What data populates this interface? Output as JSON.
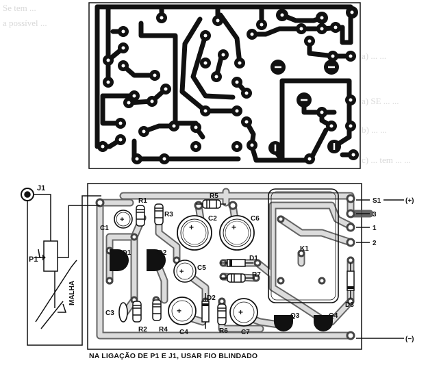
{
  "figure": {
    "caption": "NA LIGAÇÃO DE P1 E J1, USAR FIO BLINDADO",
    "background_text": [
      "Se tem ...",
      "a possível ...",
      "a) ... ...",
      "a) SE ... ...",
      "b) ... ...",
      "c) ... tem ... ..."
    ],
    "labels": {
      "J1": "J1",
      "P1": "P1",
      "MALHA": "MALHA",
      "R1": "R1",
      "R2": "R2",
      "R3": "R3",
      "R4": "R4",
      "R5": "R5",
      "R6": "R6",
      "R7": "R7",
      "C1": "C1",
      "C2": "C2",
      "C3": "C3",
      "C4": "C4",
      "C5": "C5",
      "C6": "C6",
      "C7": "C7",
      "D1": "D1",
      "D2": "D2",
      "D3": "D3",
      "Q1": "Q1",
      "Q2": "Q2",
      "Q3": "Q3",
      "Q4": "Q4",
      "K1": "K1",
      "S1": "S1",
      "plus": "(+)",
      "minus": "(−)",
      "t3": "3",
      "t1": "1",
      "t2": "2"
    },
    "colors": {
      "ink": "#111111",
      "copper_outline": "#555555",
      "board_fill": "#dcdcdc",
      "ghost_text": "#d9d9d9"
    }
  }
}
